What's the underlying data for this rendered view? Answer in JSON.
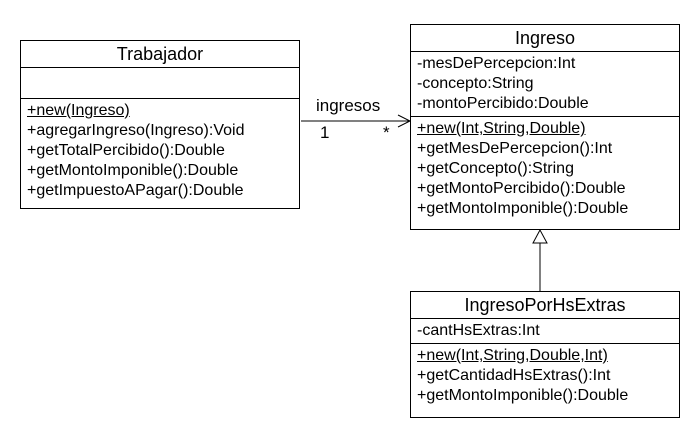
{
  "classes": {
    "trabajador": {
      "name": "Trabajador",
      "attributes": [],
      "methods": [
        {
          "text": "+new(Ingreso)",
          "static": true
        },
        {
          "text": "+agregarIngreso(Ingreso):Void",
          "static": false
        },
        {
          "text": "+getTotalPercibido():Double",
          "static": false
        },
        {
          "text": "+getMontoImponible():Double",
          "static": false
        },
        {
          "text": "+getImpuestoAPagar():Double",
          "static": false
        }
      ]
    },
    "ingreso": {
      "name": "Ingreso",
      "attributes": [
        "-mesDePercepcion:Int",
        "-concepto:String",
        "-montoPercibido:Double"
      ],
      "methods": [
        {
          "text": "+new(Int,String,Double)",
          "static": true
        },
        {
          "text": "+getMesDePercepcion():Int",
          "static": false
        },
        {
          "text": "+getConcepto():String",
          "static": false
        },
        {
          "text": "+getMontoPercibido():Double",
          "static": false
        },
        {
          "text": "+getMontoImponible():Double",
          "static": false
        }
      ]
    },
    "ingresoPorHsExtras": {
      "name": "IngresoPorHsExtras",
      "attributes": [
        "-cantHsExtras:Int"
      ],
      "methods": [
        {
          "text": "+new(Int,String,Double,Int)",
          "static": true
        },
        {
          "text": "+getCantidadHsExtras():Int",
          "static": false
        },
        {
          "text": "+getMontoImponible():Double",
          "static": false
        }
      ]
    }
  },
  "association": {
    "role": "ingresos",
    "source_multiplicity": "1",
    "target_multiplicity": "*"
  }
}
